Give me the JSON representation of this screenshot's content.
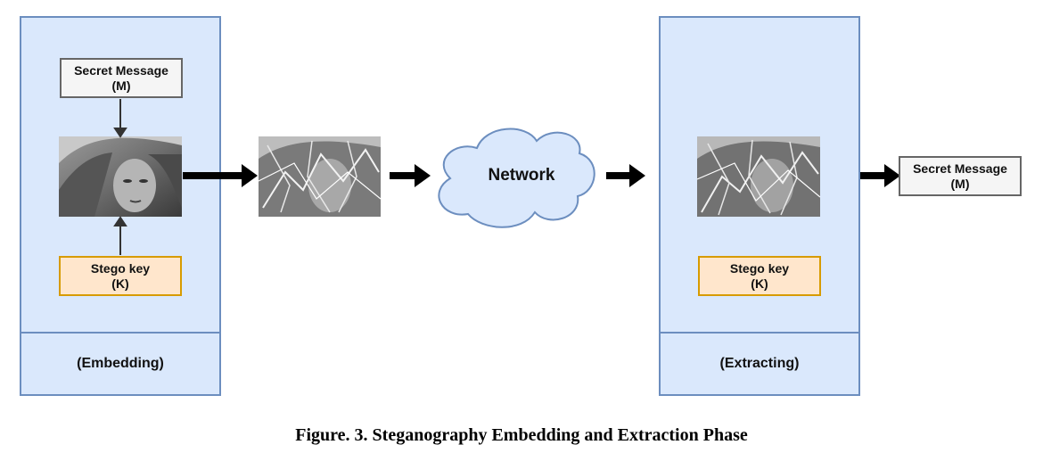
{
  "embedding_panel": {
    "secret_message": {
      "line1": "Secret Message",
      "line2": "(M)"
    },
    "stego_key": {
      "line1": "Stego key",
      "line2": "(K)"
    },
    "footer_label": "(Embedding)"
  },
  "network": {
    "label": "Network"
  },
  "extracting_panel": {
    "stego_key": {
      "line1": "Stego key",
      "line2": "(K)"
    },
    "footer_label": "(Extracting)"
  },
  "output": {
    "secret_message": {
      "line1": "Secret Message",
      "line2": "(M)"
    }
  },
  "caption": "Figure. 3. Steganography Embedding and Extraction Phase",
  "colors": {
    "panel_fill": "#dae8fc",
    "panel_border": "#6c8ebf",
    "message_fill": "#f5f5f5",
    "message_border": "#666666",
    "key_fill": "#ffe6cc",
    "key_border": "#d79b00",
    "cloud_fill": "#dae8fc",
    "cloud_border": "#6c8ebf"
  }
}
